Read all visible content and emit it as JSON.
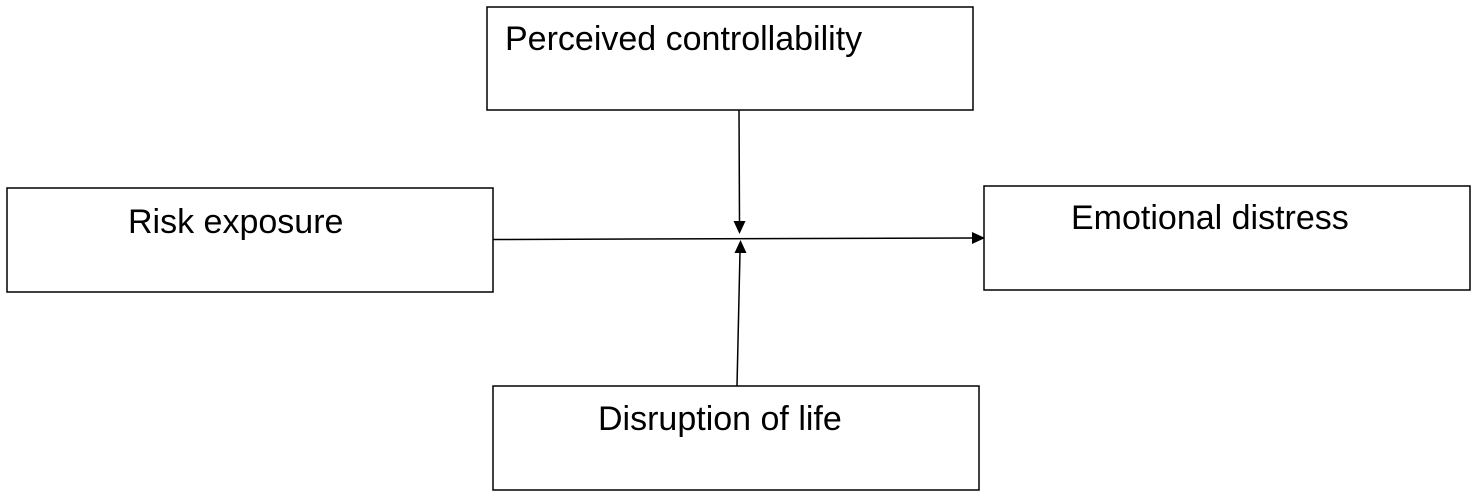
{
  "diagram": {
    "nodes": [
      {
        "id": "perceived",
        "label": "Perceived controllability"
      },
      {
        "id": "risk",
        "label": "Risk exposure"
      },
      {
        "id": "emotional",
        "label": "Emotional distress"
      },
      {
        "id": "disruption",
        "label": "Disruption of life"
      }
    ],
    "edges": [
      {
        "from": "risk",
        "to": "emotional"
      },
      {
        "from": "perceived",
        "to": "risk-emotional-path"
      },
      {
        "from": "disruption",
        "to": "risk-emotional-path"
      }
    ],
    "colors": {
      "stroke": "#000000",
      "fill": "#ffffff",
      "text": "#000000"
    }
  }
}
